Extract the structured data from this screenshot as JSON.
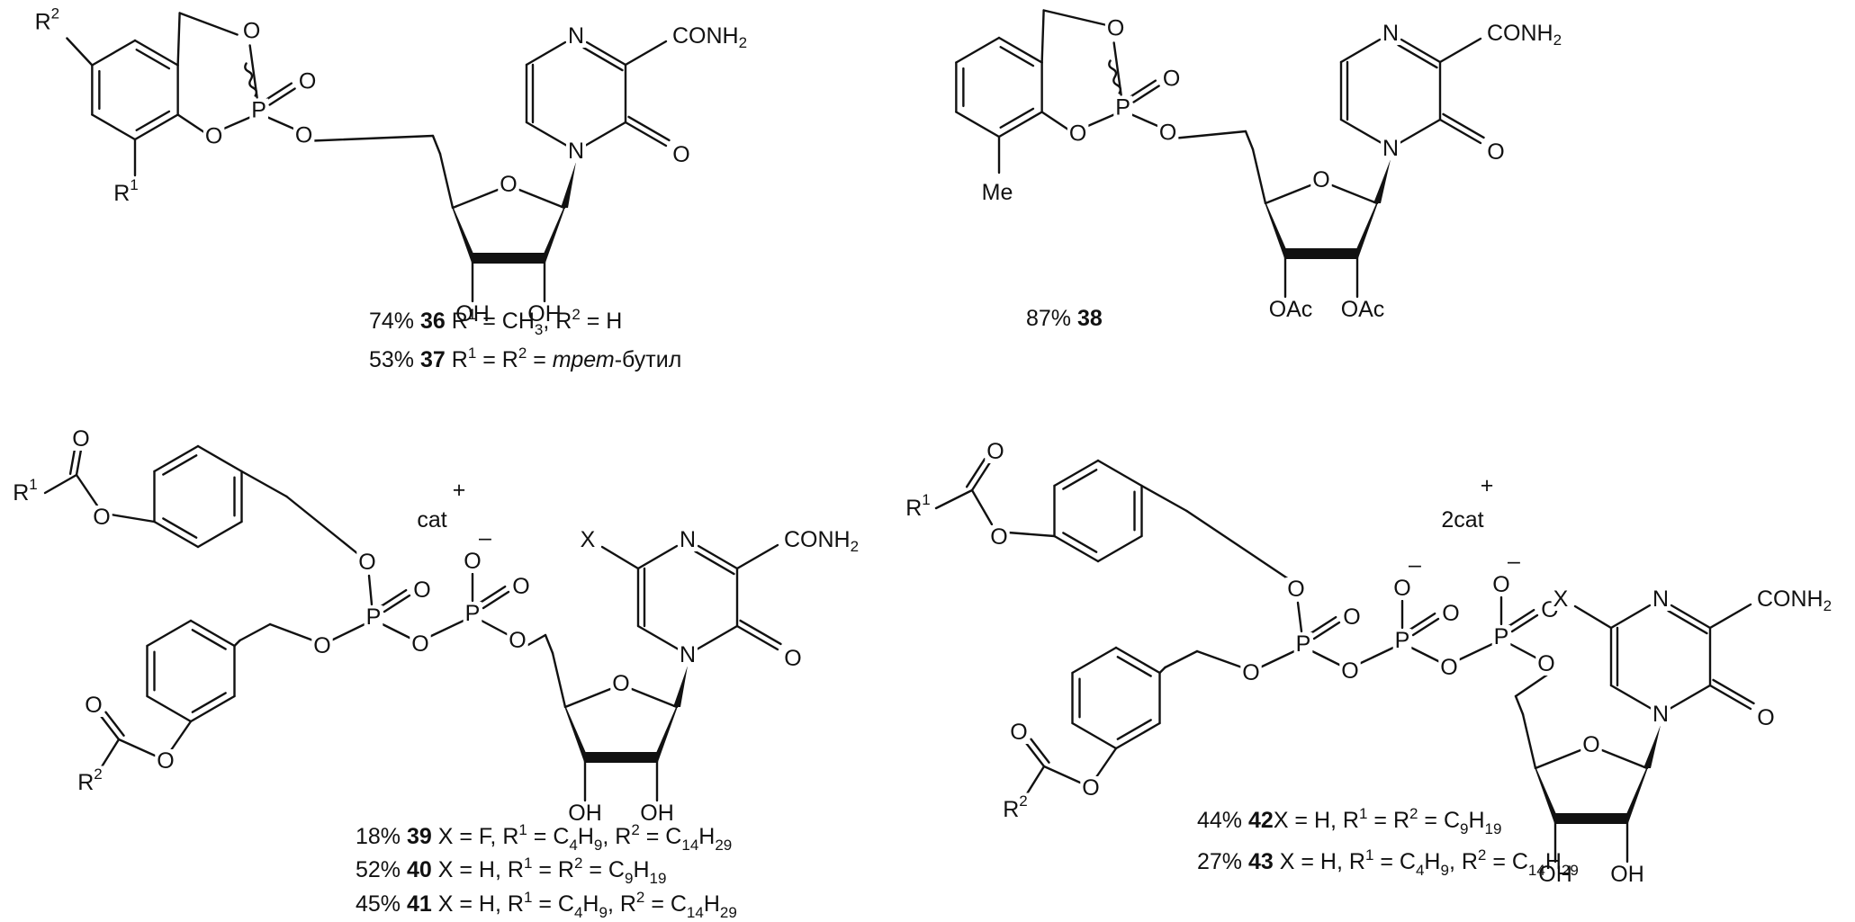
{
  "atoms": {
    "O": "O",
    "P": "P",
    "N": "N",
    "OH": "OH",
    "OAc": "OAc",
    "CONH2": "CONH2",
    "Me": "Me",
    "X": "X",
    "R1": "R1",
    "R2": "R2",
    "minus": "–",
    "plus": "+"
  },
  "counterions": {
    "cat": "cat",
    "cat2": "2cat"
  },
  "compounds": [
    {
      "id": "36",
      "caption": "74% 36 R1 = CH3, R2 = H"
    },
    {
      "id": "37",
      "caption": "53% 37 R1 = R2 = трет-бутил"
    },
    {
      "id": "38",
      "caption": "87% 38"
    },
    {
      "id": "39",
      "caption": "18% 39 X = F, R1 = C4H9, R2 = C14H29"
    },
    {
      "id": "40",
      "caption": "52% 40 X = H, R1 = R2 = C9H19"
    },
    {
      "id": "41",
      "caption": "45% 41 X = H, R1 = C4H9, R2 = C14H29"
    },
    {
      "id": "42",
      "caption": "44% 42X = H, R1 = R2 = C9H19"
    },
    {
      "id": "43",
      "caption": "27% 43 X = H, R1 = C4H9, R2 = C14H29"
    }
  ],
  "captions": {
    "c36": {
      "yield": "74%",
      "id": "36",
      "r1": "1",
      "text1": " = CH",
      "sub1": "3",
      "text2": ", R",
      "r2": "2",
      "text3": " = H"
    },
    "c37": {
      "yield": "53%",
      "id": "37",
      "r1": "1",
      "text1": " = R",
      "r2": "2",
      "text2": " = ",
      "tert": "трет",
      "text3": "-бутил"
    },
    "c38": {
      "yield": "87%",
      "id": "38"
    },
    "c39": {
      "yield": "18%",
      "id": "39",
      "x": " X = F, R",
      "r1": "1",
      "t1": " = C",
      "s1": "4",
      "t2": "H",
      "s2": "9",
      "t3": ", R",
      "r2": "2",
      "t4": " = C",
      "s3": "14",
      "t5": "H",
      "s4": "29"
    },
    "c40": {
      "yield": "52%",
      "id": "40",
      "x": " X = H, R",
      "r1": "1",
      "t1": " = R",
      "r2": "2",
      "t2": " = C",
      "s1": "9",
      "t3": "H",
      "s2": "19"
    },
    "c41": {
      "yield": "45%",
      "id": "41",
      "x": " X = H, R",
      "r1": "1",
      "t1": " = C",
      "s1": "4",
      "t2": "H",
      "s2": "9",
      "t3": ", R",
      "r2": "2",
      "t4": " = C",
      "s3": "14",
      "t5": "H",
      "s4": "29"
    },
    "c42": {
      "yield": "44%",
      "id": "42",
      "x": "X = H, R",
      "r1": "1",
      "t1": " = R",
      "r2": "2",
      "t2": " = C",
      "s1": "9",
      "t3": "H",
      "s2": "19"
    },
    "c43": {
      "yield": "27%",
      "id": "43",
      "x": " X = H, R",
      "r1": "1",
      "t1": " = C",
      "s1": "4",
      "t2": "H",
      "s2": "9",
      "t3": ", R",
      "r2": "2",
      "t4": " = C",
      "s3": "14",
      "t5": "H",
      "s4": "29"
    }
  }
}
